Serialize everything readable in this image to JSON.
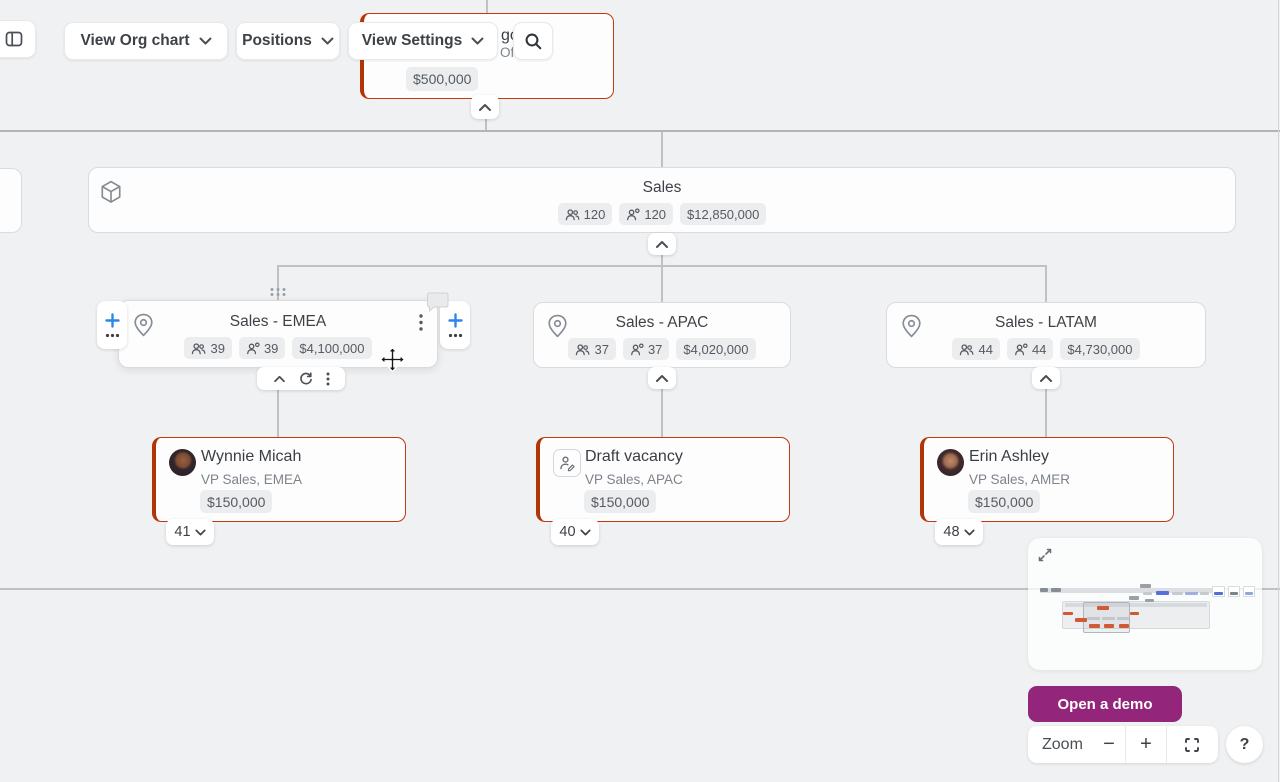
{
  "toolbar": {
    "view_org_chart": "View Org chart",
    "positions": "Positions",
    "view_settings": "View Settings"
  },
  "root_card": {
    "name_fragment": "go",
    "title_fragment": "Of",
    "salary": "$500,000"
  },
  "sales_dept": {
    "title": "Sales",
    "headcount": "120",
    "positions": "120",
    "budget": "$12,850,000"
  },
  "depts": [
    {
      "title": "Sales - EMEA",
      "headcount": "39",
      "positions": "39",
      "budget": "$4,100,000"
    },
    {
      "title": "Sales - APAC",
      "headcount": "37",
      "positions": "37",
      "budget": "$4,020,000"
    },
    {
      "title": "Sales - LATAM",
      "headcount": "44",
      "positions": "44",
      "budget": "$4,730,000"
    }
  ],
  "people": [
    {
      "name": "Wynnie Micah",
      "title": "VP Sales, EMEA",
      "salary": "$150,000",
      "reports": "41"
    },
    {
      "name": "Draft vacancy",
      "title": "VP Sales, APAC",
      "salary": "$150,000",
      "reports": "40"
    },
    {
      "name": "Erin Ashley",
      "title": "VP Sales, AMER",
      "salary": "$150,000",
      "reports": "48"
    }
  ],
  "controls": {
    "open_demo": "Open a demo",
    "zoom_label": "Zoom",
    "minus": "−",
    "plus": "+",
    "help": "?"
  },
  "colors": {
    "highlight_orange": "#c13a0e",
    "brand_purple": "#93257a",
    "action_blue": "#2a88e8",
    "canvas_bg": "#f0f1f3"
  }
}
